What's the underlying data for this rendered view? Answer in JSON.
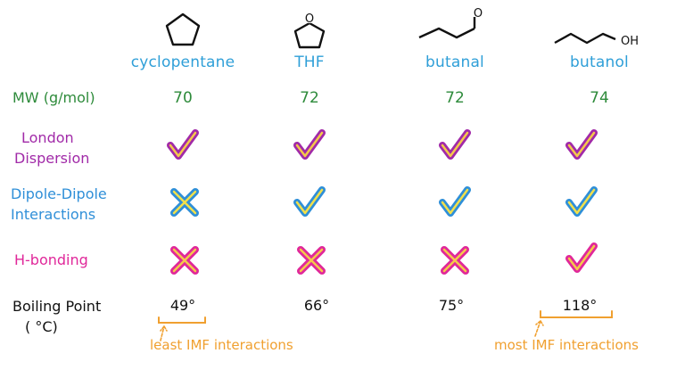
{
  "columns": [
    {
      "name": "cyclopentane",
      "mw": "70",
      "bp": "49°",
      "london": "check",
      "dipole": "cross",
      "hbond": "cross"
    },
    {
      "name": "THF",
      "mw": "72",
      "bp": "66°",
      "london": "check",
      "dipole": "check",
      "hbond": "cross"
    },
    {
      "name": "butanal",
      "mw": "72",
      "bp": "75°",
      "london": "check",
      "dipole": "check",
      "hbond": "cross"
    },
    {
      "name": "butanol",
      "mw": "74",
      "bp": "118°",
      "london": "check",
      "dipole": "check",
      "hbond": "check"
    }
  ],
  "molecules": {
    "thf_atom": "O",
    "butanal_atom": "O",
    "butanol_group": "OH"
  },
  "rows": {
    "mw": "MW (g/mol)",
    "london": [
      "London",
      "Dispersion"
    ],
    "dipole": [
      "Dipole-Dipole",
      "Interactions"
    ],
    "hbond": "H-bonding",
    "bp": [
      "Boiling Point",
      "( °C)"
    ]
  },
  "notes": {
    "least": "least IMF interactions",
    "most": "most IMF interactions"
  },
  "colors": {
    "london_check": "#a12aa8",
    "london_fill": "#f4c94a",
    "dipole_check": "#2f8fd8",
    "dipole_cross": "#2f8fd8",
    "dipole_fill": "#f2e04a",
    "hbond": "#e0289a",
    "hbond_fill": "#f4c94a",
    "note": "#f0a030"
  }
}
